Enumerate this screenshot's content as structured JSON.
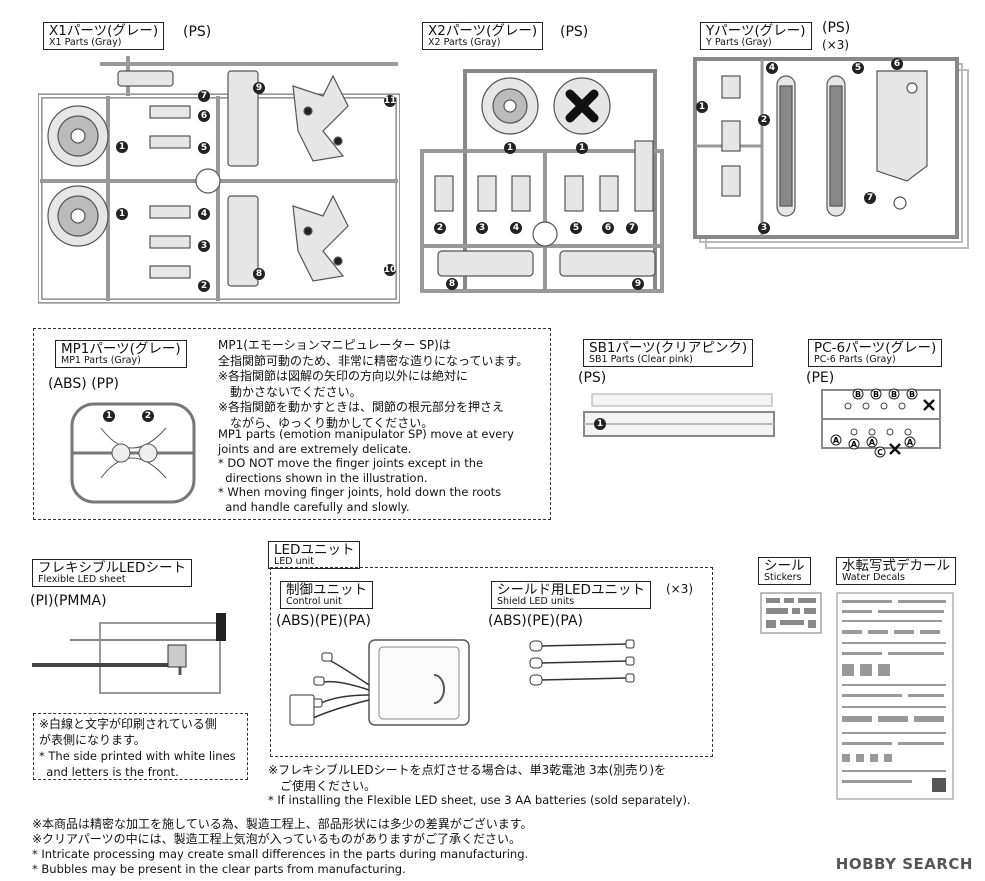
{
  "x1": {
    "jp": "X1パーツ(グレー)",
    "en": "X1 Parts (Gray)",
    "mat": "(PS)",
    "nums": [
      "1",
      "1",
      "2",
      "3",
      "4",
      "5",
      "6",
      "7",
      "8",
      "9",
      "10",
      "11"
    ]
  },
  "x2": {
    "jp": "X2パーツ(グレー)",
    "en": "X2 Parts (Gray)",
    "mat": "(PS)",
    "nums": [
      "1",
      "1",
      "2",
      "3",
      "4",
      "5",
      "6",
      "7",
      "8",
      "9"
    ]
  },
  "y": {
    "jp": "Yパーツ(グレー)",
    "en": "Y Parts (Gray)",
    "mat": "(PS)",
    "qty": "(×3)",
    "nums": [
      "1",
      "2",
      "3",
      "4",
      "5",
      "6",
      "7"
    ]
  },
  "mp1": {
    "jp": "MP1パーツ(グレー)",
    "en": "MP1 Parts (Gray)",
    "mat": "(ABS) (PP)",
    "nums": [
      "1",
      "2"
    ],
    "desc_jp": "MP1(エモーションマニピュレーター SP)は\n全指関節可動のため、非常に精密な造りになっています。\n※各指関節は図解の矢印の方向以外には絶対に\n　動かさないでください。\n※各指関節を動かすときは、関節の根元部分を押さえ\n　ながら、ゆっくり動かしてください。",
    "desc_en": "MP1 parts (emotion manipulator SP) move at every\njoints and are extremely delicate.\n* DO NOT move the finger joints except in the\n  directions shown in the illustration.\n* When moving finger joints, hold down the roots\n  and handle carefully and slowly."
  },
  "sb1": {
    "jp": "SB1パーツ(クリアピンク)",
    "en": "SB1 Parts (Clear pink)",
    "mat": "(PS)",
    "nums": [
      "1"
    ]
  },
  "pc6": {
    "jp": "PC-6パーツ(グレー)",
    "en": "PC-6 Parts (Gray)",
    "mat": "(PE)",
    "letters": [
      "B",
      "B",
      "B",
      "B",
      "A",
      "A",
      "A",
      "A",
      "C"
    ]
  },
  "flex": {
    "jp": "フレキシブルLEDシート",
    "en": "Flexible LED sheet",
    "mat": "(PI)(PMMA)",
    "note_jp": "※白線と文字が印刷されている側\nが表側になります。",
    "note_en": "* The side printed with white lines\n  and letters is the front."
  },
  "led": {
    "jp": "LEDユニット",
    "en": "LED unit",
    "control": {
      "jp": "制御ユニット",
      "en": "Control unit",
      "mat": "(ABS)(PE)(PA)"
    },
    "shield": {
      "jp": "シールド用LEDユニット",
      "en": "Shield LED units",
      "qty": "(×3)",
      "mat": "(ABS)(PE)(PA)"
    },
    "note_jp": "※フレキシブルLEDシートを点灯させる場合は、単3乾電池 3本(別売り)を\n　ご使用ください。",
    "note_en": "* If installing the Flexible LED sheet, use 3 AA batteries (sold separately)."
  },
  "stickers": {
    "jp": "シール",
    "en": "Stickers"
  },
  "decals": {
    "jp": "水転写式デカール",
    "en": "Water Decals"
  },
  "footer": {
    "l1": "※本商品は精密な加工を施している為、製造工程上、部品形状には多少の差異がございます。",
    "l2": "※クリアパーツの中には、製造工程上気泡が入っているものがありますがご了承ください。",
    "l3": "* Intricate processing may create small differences in the parts during manufacturing.",
    "l4": "* Bubbles may be present in the clear parts from manufacturing."
  },
  "watermark": "HOBBY SEARCH"
}
